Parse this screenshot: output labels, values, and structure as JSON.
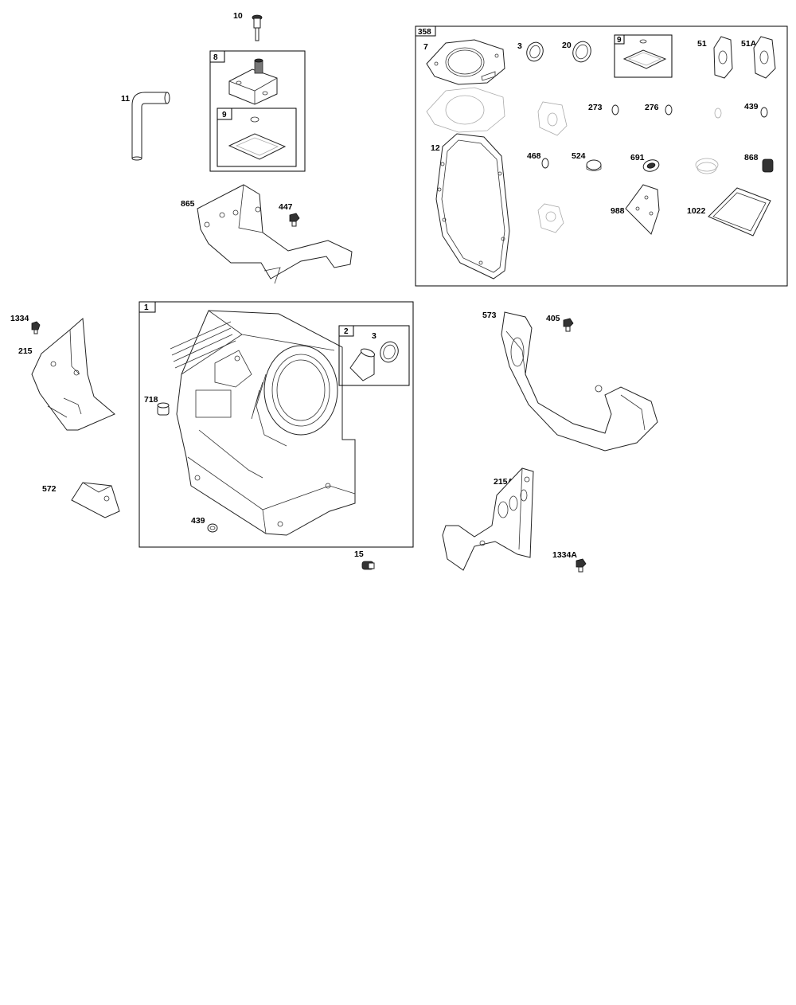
{
  "boxes": {
    "box_358": "358",
    "box_8": "8",
    "box_9_top": "9",
    "box_9_kit": "9",
    "box_1": "1",
    "box_2": "2"
  },
  "callouts": {
    "p10": "10",
    "p11": "11",
    "p865": "865",
    "p447": "447",
    "p7": "7",
    "p3_kit": "3",
    "p20": "20",
    "p51": "51",
    "p51a": "51A",
    "p273": "273",
    "p276": "276",
    "p439_kit": "439",
    "p12": "12",
    "p468": "468",
    "p524": "524",
    "p691": "691",
    "p868": "868",
    "p988": "988",
    "p1022": "1022",
    "p1334": "1334",
    "p215": "215",
    "p718": "718",
    "p3_block": "3",
    "p572": "572",
    "p439_block": "439",
    "p15": "15",
    "p573": "573",
    "p405": "405",
    "p215a": "215A",
    "p1334a": "1334A"
  }
}
